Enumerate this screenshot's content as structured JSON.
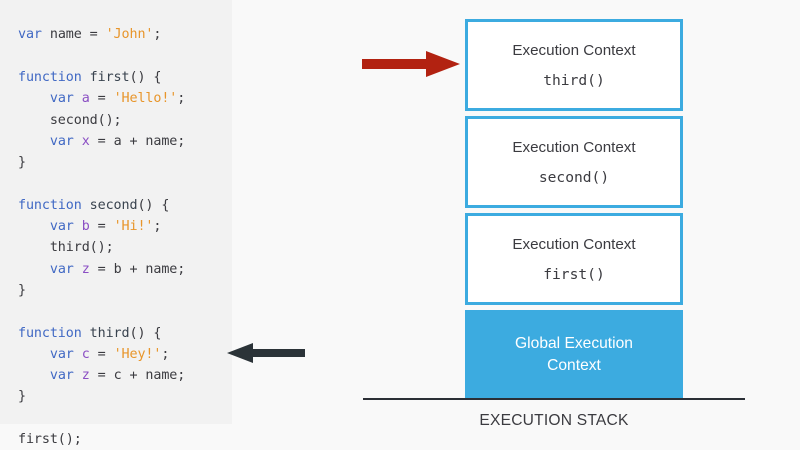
{
  "colors": {
    "background": "#f9f9f9",
    "code_panel_bg": "#f2f2f2",
    "accent_blue": "#3cabe0",
    "keyword_blue": "#4169c4",
    "string_orange": "#e8952a",
    "variable_purple": "#8b4fc4",
    "text_dark": "#3b3b40",
    "red_arrow": "#b22211",
    "dark_arrow": "#2b3338"
  },
  "code": {
    "language": "javascript",
    "lines": [
      [
        {
          "t": "var",
          "c": "kw"
        },
        {
          "t": " name = ",
          "c": "pl"
        },
        {
          "t": "'John'",
          "c": "str"
        },
        {
          "t": ";",
          "c": "pl"
        }
      ],
      [],
      [
        {
          "t": "function",
          "c": "kw"
        },
        {
          "t": " ",
          "c": "pl"
        },
        {
          "t": "first",
          "c": "fn"
        },
        {
          "t": "() {",
          "c": "pl"
        }
      ],
      [
        {
          "t": "    ",
          "c": "pl"
        },
        {
          "t": "var",
          "c": "kw"
        },
        {
          "t": " ",
          "c": "pl"
        },
        {
          "t": "a",
          "c": "var"
        },
        {
          "t": " = ",
          "c": "pl"
        },
        {
          "t": "'Hello!'",
          "c": "str"
        },
        {
          "t": ";",
          "c": "pl"
        }
      ],
      [
        {
          "t": "    second();",
          "c": "pl"
        }
      ],
      [
        {
          "t": "    ",
          "c": "pl"
        },
        {
          "t": "var",
          "c": "kw"
        },
        {
          "t": " ",
          "c": "pl"
        },
        {
          "t": "x",
          "c": "var"
        },
        {
          "t": " = a + name;",
          "c": "pl"
        }
      ],
      [
        {
          "t": "}",
          "c": "pl"
        }
      ],
      [],
      [
        {
          "t": "function",
          "c": "kw"
        },
        {
          "t": " ",
          "c": "pl"
        },
        {
          "t": "second",
          "c": "fn"
        },
        {
          "t": "() {",
          "c": "pl"
        }
      ],
      [
        {
          "t": "    ",
          "c": "pl"
        },
        {
          "t": "var",
          "c": "kw"
        },
        {
          "t": " ",
          "c": "pl"
        },
        {
          "t": "b",
          "c": "var"
        },
        {
          "t": " = ",
          "c": "pl"
        },
        {
          "t": "'Hi!'",
          "c": "str"
        },
        {
          "t": ";",
          "c": "pl"
        }
      ],
      [
        {
          "t": "    third();",
          "c": "pl"
        }
      ],
      [
        {
          "t": "    ",
          "c": "pl"
        },
        {
          "t": "var",
          "c": "kw"
        },
        {
          "t": " ",
          "c": "pl"
        },
        {
          "t": "z",
          "c": "var"
        },
        {
          "t": " = b + name;",
          "c": "pl"
        }
      ],
      [
        {
          "t": "}",
          "c": "pl"
        }
      ],
      [],
      [
        {
          "t": "function",
          "c": "kw"
        },
        {
          "t": " ",
          "c": "pl"
        },
        {
          "t": "third",
          "c": "fn"
        },
        {
          "t": "() {",
          "c": "pl"
        }
      ],
      [
        {
          "t": "    ",
          "c": "pl"
        },
        {
          "t": "var",
          "c": "kw"
        },
        {
          "t": " ",
          "c": "pl"
        },
        {
          "t": "c",
          "c": "var"
        },
        {
          "t": " = ",
          "c": "pl"
        },
        {
          "t": "'Hey!'",
          "c": "str"
        },
        {
          "t": ";",
          "c": "pl"
        }
      ],
      [
        {
          "t": "    ",
          "c": "pl"
        },
        {
          "t": "var",
          "c": "kw"
        },
        {
          "t": " ",
          "c": "pl"
        },
        {
          "t": "z",
          "c": "var"
        },
        {
          "t": " = c + name;",
          "c": "pl"
        }
      ],
      [
        {
          "t": "}",
          "c": "pl"
        }
      ],
      [],
      [
        {
          "t": "first();",
          "c": "pl"
        }
      ]
    ]
  },
  "annotations": {
    "code_pointer": {
      "icon": "arrow-left-icon",
      "color": "#2b3338",
      "points_at_line": "    var z = c + name;"
    },
    "active_frame_pointer": {
      "icon": "arrow-right-icon",
      "color": "#b22211",
      "points_at_frame": "third()"
    }
  },
  "execution_stack": {
    "caption": "EXECUTION STACK",
    "frames": [
      {
        "title": "Execution Context",
        "fn": "third()",
        "style": "outlined"
      },
      {
        "title": "Execution Context",
        "fn": "second()",
        "style": "outlined"
      },
      {
        "title": "Execution Context",
        "fn": "first()",
        "style": "outlined"
      },
      {
        "title": "Global Execution Context",
        "fn": "",
        "style": "filled"
      }
    ]
  }
}
